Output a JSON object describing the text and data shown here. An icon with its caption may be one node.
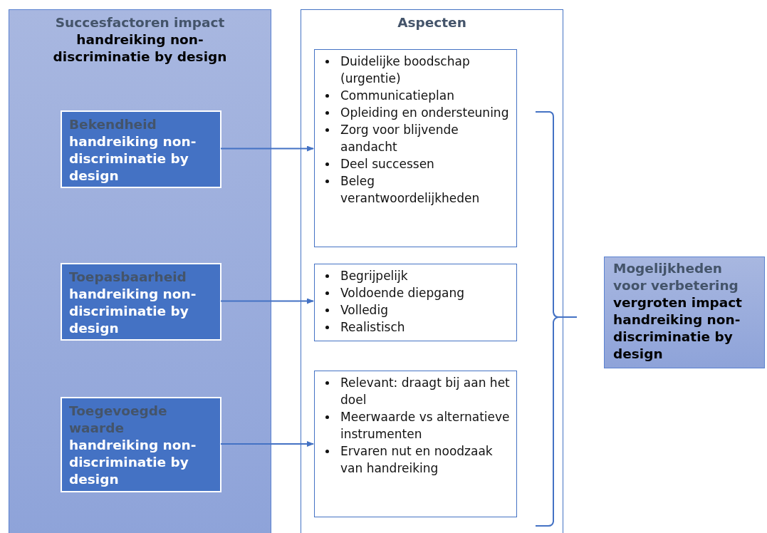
{
  "diagram": {
    "nodes": [
      {
        "text": [
          "Succesfactoren impact",
          "handreiking non-discriminatie by design"
        ]
      },
      {
        "text": [
          "Bekendheid",
          "handreiking non-discriminatie by design"
        ],
        "in": 0
      },
      {
        "text": [
          "Toepasbaarheid",
          "handreiking non-discriminatie by design"
        ],
        "in": 0
      },
      {
        "text": [
          "Toegevoegde waarde",
          "handreiking non-discriminatie by design"
        ],
        "in": 0
      },
      {
        "text": [
          "Aspecten"
        ]
      },
      {
        "text": [
          "Duidelijke boodschap (urgentie)",
          "Communicatieplan",
          "Opleiding en ondersteuning",
          "Zorg voor blijvende aandacht",
          "Deel successen",
          "Beleg verantwoordelijkheden"
        ],
        "in": 4
      },
      {
        "text": [
          "Begrijpelijk",
          "Voldoende diepgang",
          "Volledig",
          "Realistisch"
        ],
        "in": 4
      },
      {
        "text": [
          "Relevant: draagt bij aan het doel",
          "Meerwaarde vs alternatieve instrumenten",
          "Ervaren nut en noodzaak van handreiking"
        ],
        "in": 4
      },
      {
        "text": [
          "Mogelijkheden voor verbetering",
          "vergroten impact handreiking non-discriminatie by design"
        ]
      }
    ],
    "edges": [
      {
        "from": 1,
        "to": 5,
        "arrow": "to"
      },
      {
        "from": 2,
        "to": 6,
        "arrow": "to"
      },
      {
        "from": 3,
        "to": 7,
        "arrow": "to"
      }
    ]
  }
}
